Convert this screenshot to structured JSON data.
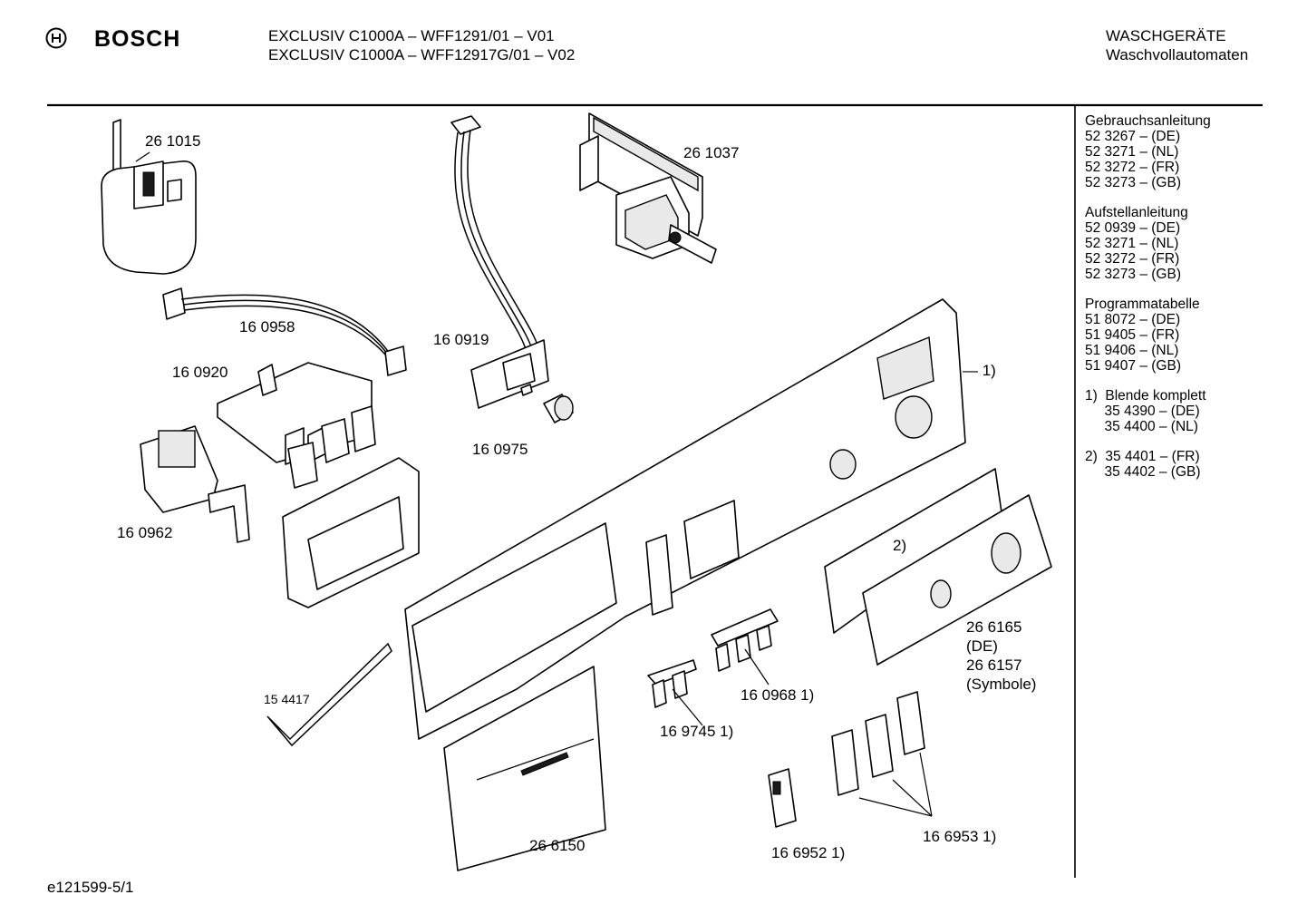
{
  "header": {
    "brand": "BOSCH",
    "model_line_1": "EXCLUSIV C1000A – WFF1291/01 – V01",
    "model_line_2": "EXCLUSIV C1000A – WFF12917G/01 – V02",
    "category": "WASCHGERÄTE",
    "subcategory": "Waschvollautomaten"
  },
  "parts": [
    {
      "id": "p261015",
      "label": "26 1015"
    },
    {
      "id": "p261037",
      "label": "26 1037"
    },
    {
      "id": "p160958",
      "label": "16 0958"
    },
    {
      "id": "p160919",
      "label": "16 0919"
    },
    {
      "id": "p160920",
      "label": "16 0920"
    },
    {
      "id": "p160975",
      "label": "16 0975"
    },
    {
      "id": "p160962",
      "label": "16 0962"
    },
    {
      "id": "p154417",
      "label": "15 4417"
    },
    {
      "id": "pblende",
      "label": "— 1)"
    },
    {
      "id": "p2",
      "label": "2)"
    },
    {
      "id": "p266165",
      "label": "26 6165"
    },
    {
      "id": "pde",
      "label": "(DE)"
    },
    {
      "id": "p266157",
      "label": "26 6157"
    },
    {
      "id": "psymbole",
      "label": "(Symbole)"
    },
    {
      "id": "p160968",
      "label": "16 0968 1)"
    },
    {
      "id": "p169745",
      "label": "16 9745 1)"
    },
    {
      "id": "p266150",
      "label": "26 6150"
    },
    {
      "id": "p166952",
      "label": "16 6952 1)"
    },
    {
      "id": "p166953",
      "label": "16 6953 1)"
    }
  ],
  "sidebar": {
    "gebrauch": "Gebrauchsanleitung\n52 3267 – (DE)\n52 3271 – (NL)\n52 3272 – (FR)\n52 3273 – (GB)",
    "aufstell": "Aufstellanleitung\n52 0939 – (DE)\n52 3271 – (NL)\n52 3272 – (FR)\n52 3273 – (GB)",
    "programm": "Programmatabelle\n51 8072 – (DE)\n51 9405 – (FR)\n51 9406 – (NL)\n51 9407 – (GB)",
    "blende": "1)  Blende komplett\n     35 4390 – (DE)\n     35 4400 – (NL)",
    "other": "2)  35 4401 – (FR)\n     35 4402 – (GB)"
  },
  "footer": {
    "code": "e121599-5/1"
  }
}
